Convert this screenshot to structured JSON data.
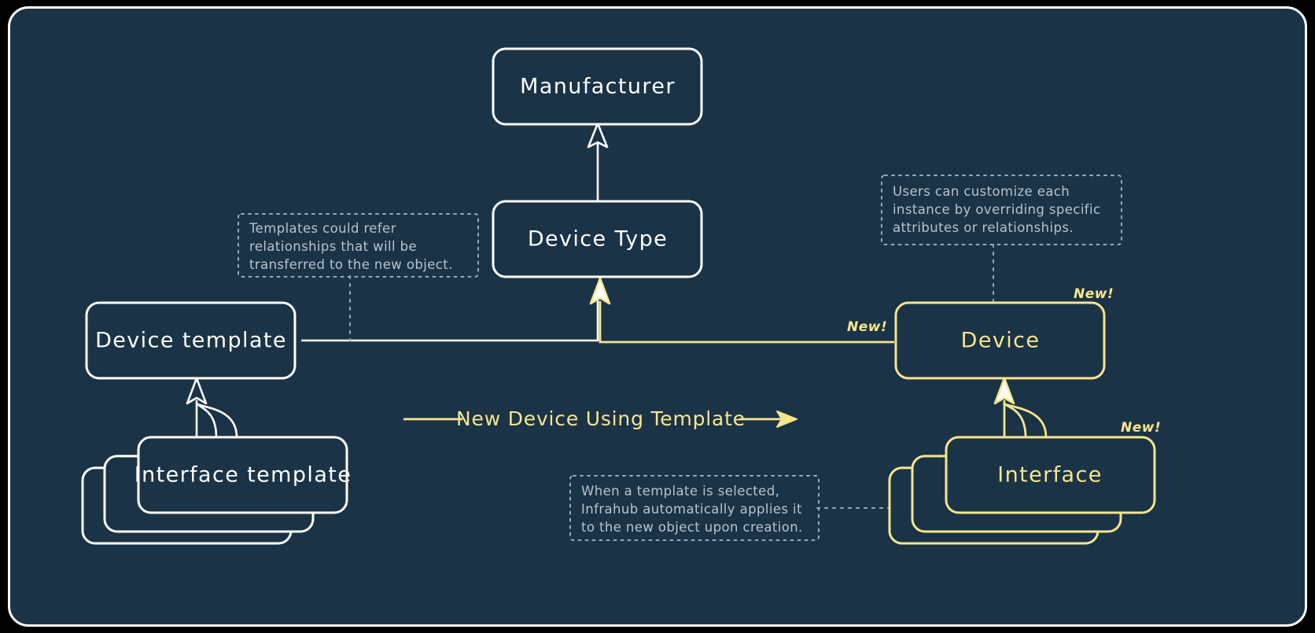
{
  "canvas": {
    "background_color": "#1b3346",
    "border_color": "#ffffff",
    "page_background": "#000000"
  },
  "palette": {
    "white": "#ffffff",
    "yellow": "#f7e58e",
    "note_gray": "#b6c3cf",
    "note_border": "#9aa9b6"
  },
  "nodes": {
    "manufacturer": {
      "label": "Manufacturer",
      "color": "white"
    },
    "device_type": {
      "label": "Device Type",
      "color": "white"
    },
    "device_template": {
      "label": "Device template",
      "color": "white"
    },
    "interface_template": {
      "label": "Interface template",
      "color": "white",
      "stacked": true
    },
    "device": {
      "label": "Device",
      "color": "yellow"
    },
    "interface": {
      "label": "Interface",
      "color": "yellow",
      "stacked": true
    }
  },
  "badges": {
    "device_new": "New!",
    "device_edge_new": "New!",
    "interface_new": "New!"
  },
  "edge_labels": {
    "new_device_using_template": "New Device Using Template"
  },
  "notes": {
    "templates_refer": {
      "lines": [
        "Templates could refer",
        "relationships that will be",
        "transferred to the new object."
      ]
    },
    "users_customize": {
      "lines": [
        "Users can customize each",
        "instance by overriding specific",
        "attributes or relationships."
      ]
    },
    "template_selected": {
      "lines": [
        "When a template is selected,",
        "Infrahub automatically applies it",
        "to the new object upon creation."
      ]
    }
  }
}
